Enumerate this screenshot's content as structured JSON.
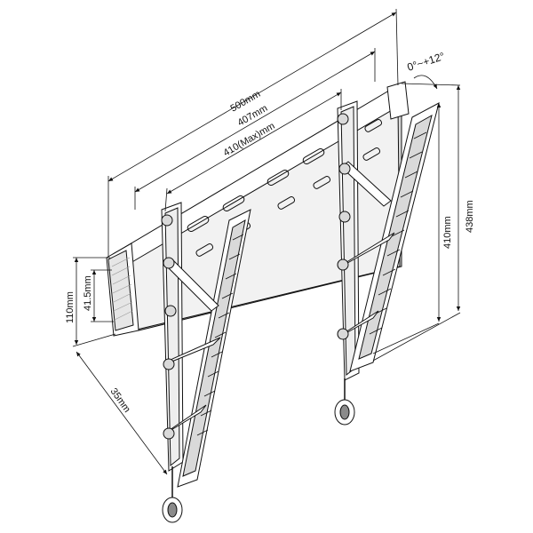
{
  "diagram": {
    "dimensions": {
      "overall_width": "500mm",
      "arm_spacing": "407mm",
      "max_hole_spacing": "410(Max)mm",
      "tilt_range": "0°~+12°",
      "vertical_hole_span": "410mm",
      "overall_height": "438mm",
      "wall_plate_height": "110mm",
      "wall_plate_inner": "41.5mm",
      "depth": "35mm"
    }
  }
}
